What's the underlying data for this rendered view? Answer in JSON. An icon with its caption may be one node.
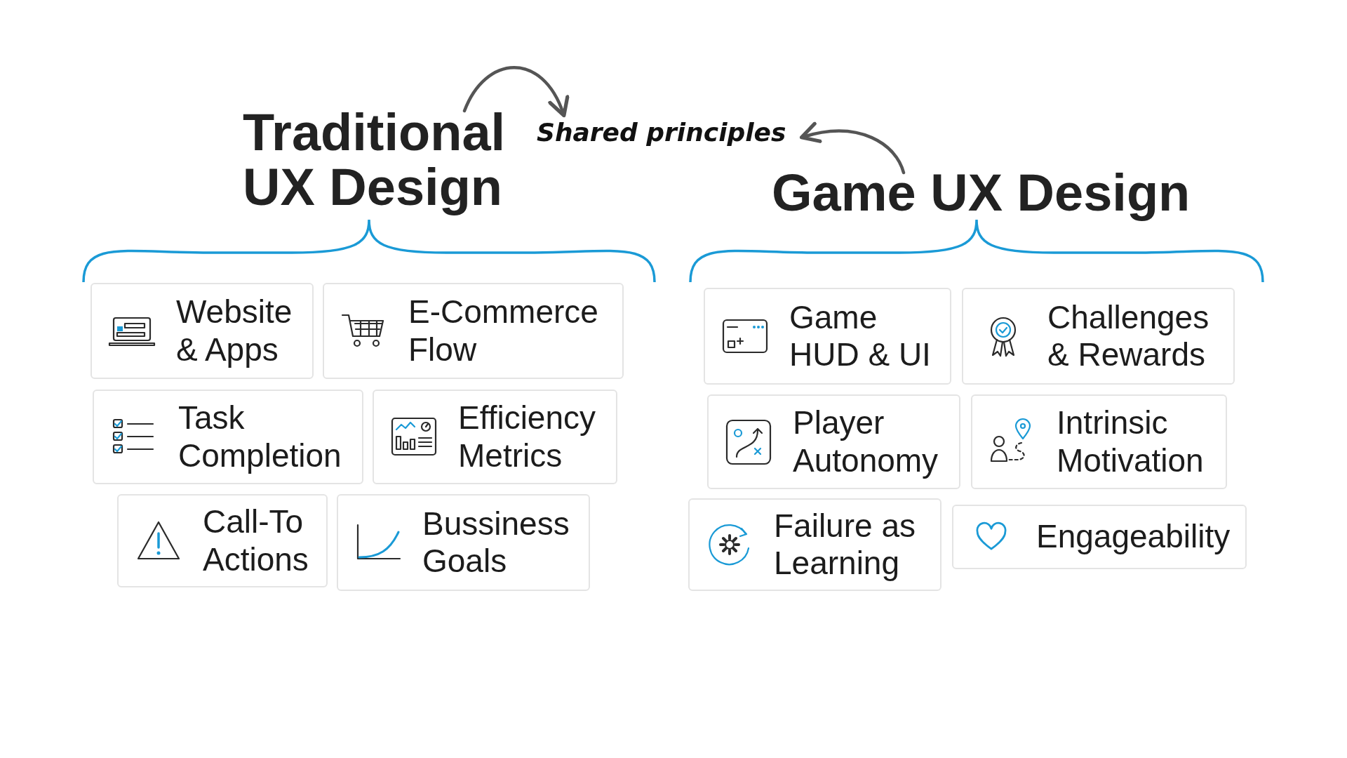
{
  "diagram": {
    "nodes": [
      {
        "text": [
          "Traditional UX Design"
        ]
      },
      {
        "text": [
          "Shared principles"
        ]
      },
      {
        "text": [
          "Game UX Design"
        ]
      },
      {
        "text": [
          "Website & Apps"
        ]
      },
      {
        "text": [
          "E-Commerce Flow"
        ]
      },
      {
        "text": [
          "Task Completion"
        ]
      },
      {
        "text": [
          "Efficiency Metrics"
        ]
      },
      {
        "text": [
          "Call-To Actions"
        ]
      },
      {
        "text": [
          "Bussiness Goals"
        ]
      },
      {
        "text": [
          "Game HUD & UI"
        ]
      },
      {
        "text": [
          "Challenges & Rewards"
        ]
      },
      {
        "text": [
          "Player Autonomy"
        ]
      },
      {
        "text": [
          "Intrinsic Motivation"
        ]
      },
      {
        "text": [
          "Failure as Learning"
        ]
      },
      {
        "text": [
          "Engageability"
        ]
      }
    ],
    "edges": [
      {
        "from": 0,
        "to": 1,
        "arrow": "to"
      },
      {
        "from": 2,
        "to": 1,
        "arrow": "to"
      }
    ]
  }
}
